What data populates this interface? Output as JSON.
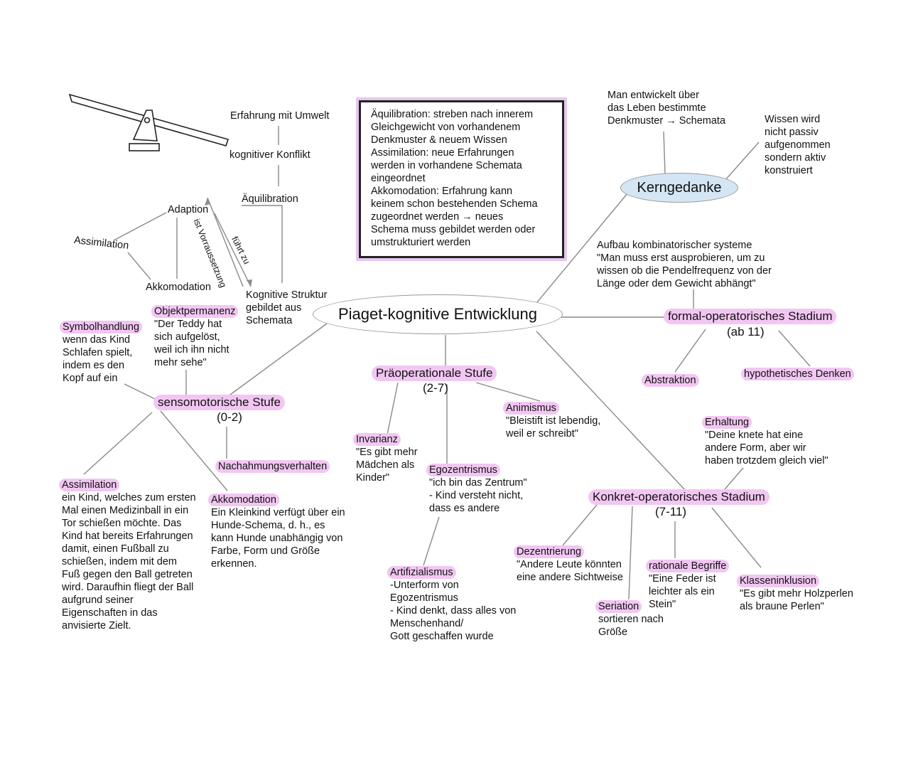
{
  "central": "Piaget-kognitive Entwicklung",
  "kerngedanke": {
    "title": "Kerngedanke",
    "note1": "Man entwickelt über\ndas Leben bestimmte\nDenkmuster → Schemata",
    "note2": "Wissen wird\nnicht passiv\naufgenommen\nsondern aktiv\nkonstruiert"
  },
  "box_lines": [
    "Äquilibration: streben nach innerem",
    "Gleichgewicht von vorhandenem",
    "Denkmuster & neuem Wissen",
    "Assimilation: neue Erfahrungen",
    "werden in vorhandene Schemata",
    "eingeordnet",
    "Akkomodation: Erfahrung kann",
    "keinem schon bestehenden Schema",
    "zugeordnet werden → neues",
    "Schema muss gebildet werden oder",
    "umstrukturiert werden"
  ],
  "process": {
    "erfahrung": "Erfahrung mit Umwelt",
    "konflikt": "kognitiver Konflikt",
    "aequilibration": "Äquilibration",
    "adaption": "Adaption",
    "assimilation": "Assimilation",
    "akkomodation": "Akkomodation",
    "struktur": "Kognitive Struktur\ngebildet aus\nSchemata",
    "vorrauss": "ist Vorraussetzung",
    "fuehrt": "führt zu"
  },
  "senso": {
    "title": "sensomotorische Stufe",
    "age": "(0-2)",
    "symbol_title": "Symbolhandlung",
    "symbol_text": "wenn das Kind\nSchlafen spielt,\nindem es den\nKopf auf ein",
    "objekt_title": "Objektpermanenz",
    "objekt_text": "\"Der Teddy hat\nsich aufgelöst,\nweil ich ihn nicht\nmehr sehe\"",
    "nach": "Nachahmungsverhalten",
    "assim_title": "Assimilation",
    "assim_text": "ein Kind, welches zum ersten\nMal einen Medizinball in ein\nTor schießen möchte. Das\nKind hat bereits Erfahrungen\ndamit, einen Fußball zu\nschießen, indem mit dem\nFuß gegen den Ball getreten\nwird. Daraufhin fliegt der Ball\naufgrund seiner\nEigenschaften in das\nanvisierte Zielt.",
    "akko_title": "Akkomodation",
    "akko_text": "Ein Kleinkind verfügt über ein\nHunde-Schema, d. h., es\nkann Hunde unabhängig von\nFarbe, Form und Größe\nerkennen."
  },
  "prae": {
    "title": "Präoperationale Stufe",
    "age": "(2-7)",
    "invar_title": "Invarianz",
    "invar_text": "\"Es gibt mehr\nMädchen als\nKinder\"",
    "ego_title": "Egozentrismus",
    "ego_text": "\"ich bin das Zentrum\"\n- Kind versteht nicht,\ndass es andere",
    "anim_title": "Animismus",
    "anim_text": "\"Bleistift ist lebendig,\nweil er schreibt\"",
    "arti_title": "Artifizialismus",
    "arti_text": "-Unterform von\nEgozentrismus\n- Kind denkt, dass alles von\nMenschenhand/\nGott geschaffen wurde"
  },
  "formal": {
    "title": "formal-operatorisches Stadium",
    "age": "(ab 11)",
    "aufbau": "Aufbau kombinatorischer systeme\n\"Man muss erst ausprobieren, um zu\nwissen ob die Pendelfrequenz von der\nLänge oder dem Gewicht abhängt\"",
    "abstraktion": "Abstraktion",
    "hypo": "hypothetisches Denken"
  },
  "konkret": {
    "title": "Konkret-operatorisches Stadium",
    "age": "(7-11)",
    "erh_title": "Erhaltung",
    "erh_text": "\"Deine knete hat eine\nandere Form, aber wir\nhaben trotzdem gleich viel\"",
    "dez_title": "Dezentrierung",
    "dez_text": "\"Andere Leute könnten\neine andere Sichtweise",
    "rat_title": "rationale Begriffe",
    "rat_text": "\"Eine Feder ist\nleichter als ein\nStein\"",
    "ser_title": "Seriation",
    "ser_text": "sortieren nach\nGröße",
    "klas_title": "Klasseninklusion",
    "klas_text": "\"Es gibt mehr Holzperlen\nals braune Perlen\""
  }
}
